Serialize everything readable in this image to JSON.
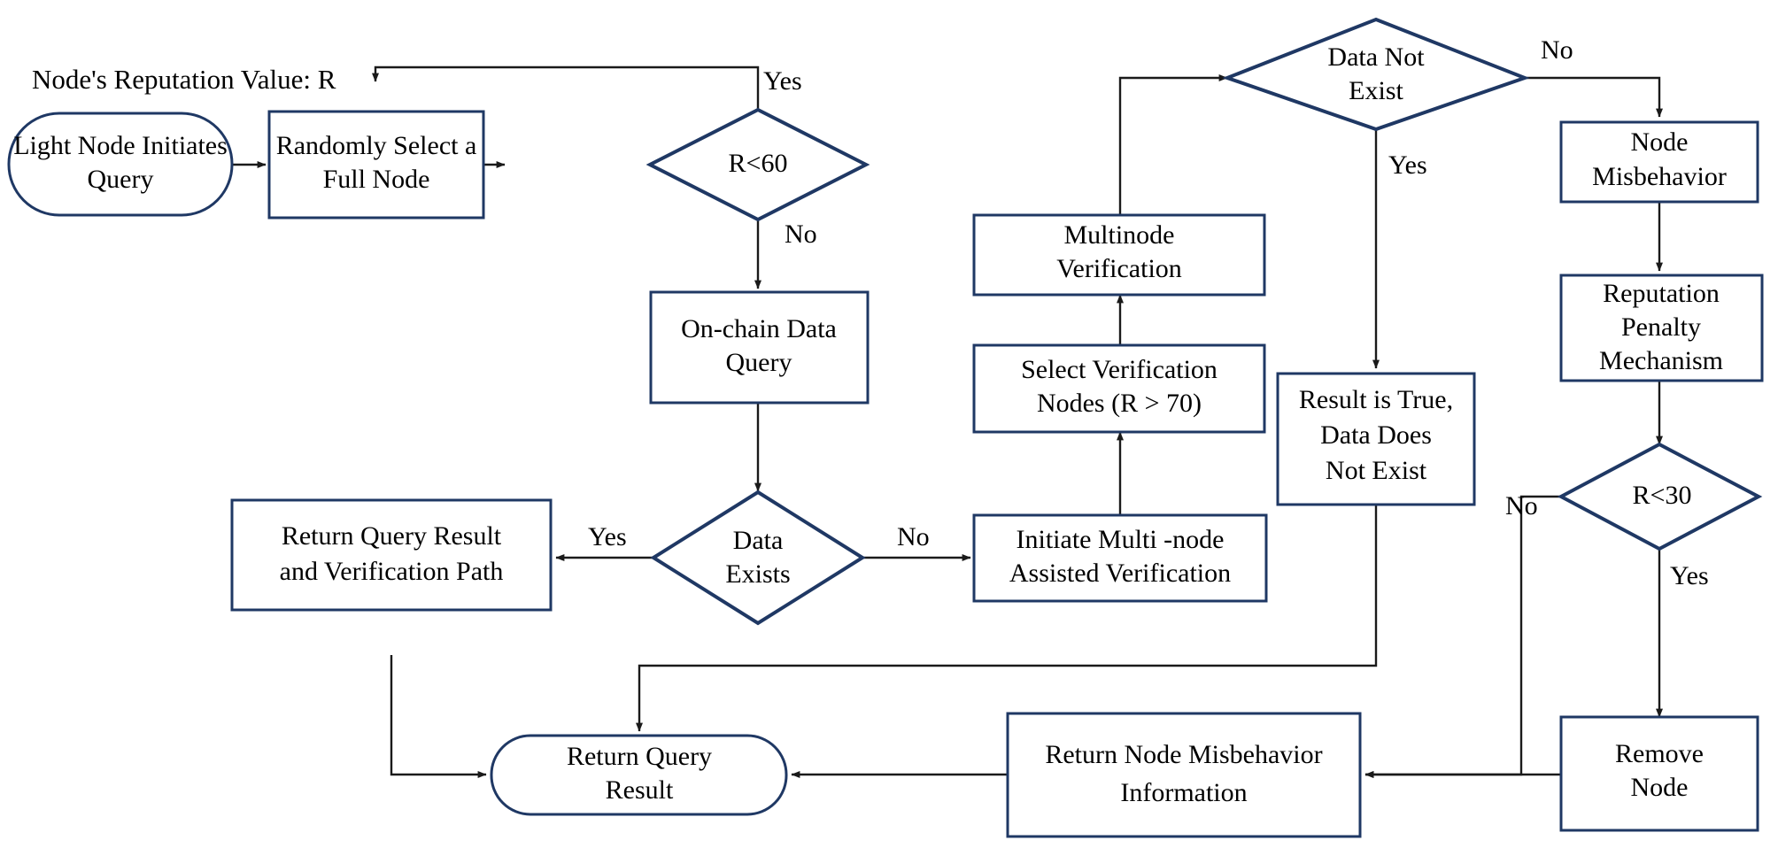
{
  "diagram": {
    "caption": "Node's Reputation Value: R",
    "colors": {
      "node_stroke": "#1f3864",
      "node_fill": "#ffffff",
      "connector": "#1a1a1a",
      "text": "#000000",
      "background": "#ffffff"
    },
    "nodes": [
      {
        "id": "light-node-initiates-query",
        "type": "terminator",
        "lines": [
          "Light Node Initiates",
          "Query"
        ]
      },
      {
        "id": "randomly-select-full-node",
        "type": "process",
        "lines": [
          "Randomly Select a",
          "Full Node"
        ]
      },
      {
        "id": "r-lt-60",
        "type": "decision",
        "lines": [
          "R<60"
        ]
      },
      {
        "id": "on-chain-data-query",
        "type": "process",
        "lines": [
          "On-chain Data",
          "Query"
        ]
      },
      {
        "id": "data-exists",
        "type": "decision",
        "lines": [
          "Data",
          "Exists"
        ]
      },
      {
        "id": "return-query-result-and-verification-path",
        "type": "process",
        "lines": [
          "Return Query Result",
          "and Verification Path"
        ]
      },
      {
        "id": "initiate-multi-node-assisted-verification",
        "type": "process",
        "lines": [
          "Initiate Multi   -node",
          "Assisted Verification"
        ]
      },
      {
        "id": "select-verification-nodes",
        "type": "process",
        "lines": [
          "Select Verification",
          "Nodes (R > 70)"
        ]
      },
      {
        "id": "multinode-verification",
        "type": "process",
        "lines": [
          "Multinode",
          "Verification"
        ]
      },
      {
        "id": "data-not-exist",
        "type": "decision",
        "lines": [
          "Data Not",
          "Exist"
        ]
      },
      {
        "id": "result-is-true-data-does-not-exist",
        "type": "process",
        "lines": [
          "Result is True,",
          "Data Does",
          "Not Exist"
        ]
      },
      {
        "id": "node-misbehavior",
        "type": "process",
        "lines": [
          "Node",
          "Misbehavior"
        ]
      },
      {
        "id": "reputation-penalty-mechanism",
        "type": "process",
        "lines": [
          "Reputation",
          "Penalty",
          "Mechanism"
        ]
      },
      {
        "id": "r-lt-30",
        "type": "decision",
        "lines": [
          "R<30"
        ]
      },
      {
        "id": "remove-node",
        "type": "process",
        "lines": [
          "Remove",
          "Node"
        ]
      },
      {
        "id": "return-node-misbehavior-information",
        "type": "process",
        "lines": [
          "Return Node Misbehavior",
          "Information"
        ]
      },
      {
        "id": "return-query-result",
        "type": "terminator",
        "lines": [
          "Return Query",
          "Result"
        ]
      }
    ],
    "edge_labels": [
      {
        "id": "r60-yes",
        "text": "Yes"
      },
      {
        "id": "r60-no",
        "text": "No"
      },
      {
        "id": "data-exists-yes",
        "text": "Yes"
      },
      {
        "id": "data-exists-no",
        "text": "No"
      },
      {
        "id": "data-not-exist-no",
        "text": "No"
      },
      {
        "id": "data-not-exist-yes",
        "text": "Yes"
      },
      {
        "id": "r30-no",
        "text": "No"
      },
      {
        "id": "r30-yes",
        "text": "Yes"
      }
    ]
  }
}
